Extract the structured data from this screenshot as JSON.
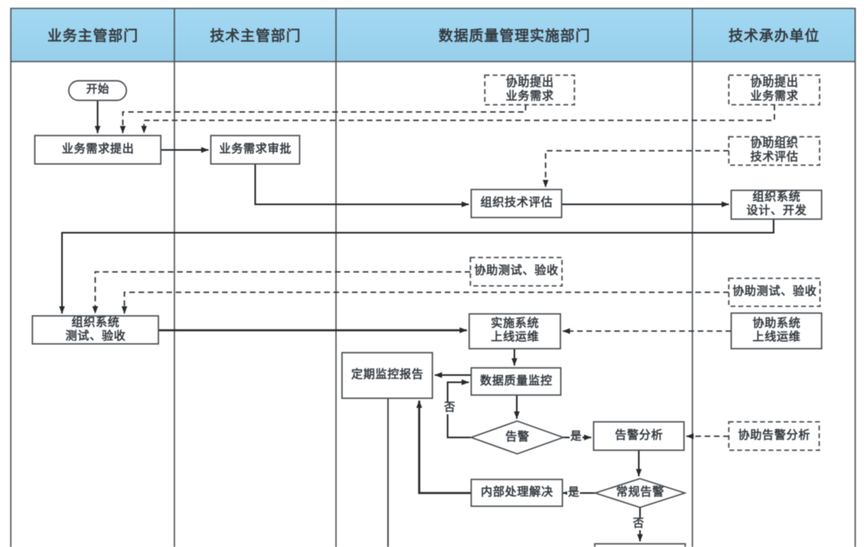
{
  "diagram_type": "swimlane-flowchart",
  "colors": {
    "header_fill_top": "#a3d8f2",
    "header_fill_bottom": "#97cfeb",
    "border": "#4a4f54",
    "connector": "#26282b",
    "dashed_line": "#33373b",
    "text": "#353b41",
    "node_fill": "#ffffff"
  },
  "lanes": [
    {
      "label": "业务主管部门"
    },
    {
      "label": "技术主管部门"
    },
    {
      "label": "数据质量管理实施部门"
    },
    {
      "label": "技术承办单位"
    }
  ],
  "nodes": {
    "start": {
      "lines": [
        "开始"
      ],
      "shape": "stadium"
    },
    "propose_req": {
      "lines": [
        "业务需求提出"
      ],
      "shape": "rect"
    },
    "approve_req": {
      "lines": [
        "业务需求审批"
      ],
      "shape": "rect"
    },
    "assist_propose_impl": {
      "lines": [
        "协助提出",
        "业务需求"
      ],
      "shape": "dashed-rect"
    },
    "assist_propose_vendor": {
      "lines": [
        "协助提出",
        "业务需求"
      ],
      "shape": "dashed-rect"
    },
    "assist_tech_eval": {
      "lines": [
        "协助组织",
        "技术评估"
      ],
      "shape": "dashed-rect"
    },
    "org_tech_eval": {
      "lines": [
        "组织技术评估"
      ],
      "shape": "rect"
    },
    "org_sys_design": {
      "lines": [
        "组织系统",
        "设计、开发"
      ],
      "shape": "rect"
    },
    "assist_test_impl": {
      "lines": [
        "协助测试、验收"
      ],
      "shape": "dashed-rect"
    },
    "assist_test_vendor": {
      "lines": [
        "协助测试、验收"
      ],
      "shape": "dashed-rect"
    },
    "org_sys_test": {
      "lines": [
        "组织系统",
        "测试、验收"
      ],
      "shape": "rect"
    },
    "impl_sys_ops": {
      "lines": [
        "实施系统",
        "上线运维"
      ],
      "shape": "rect"
    },
    "assist_sys_ops": {
      "lines": [
        "协助系统",
        "上线运维"
      ],
      "shape": "rect"
    },
    "monitor_report": {
      "lines": [
        "定期监控报告"
      ],
      "shape": "rect"
    },
    "dq_monitor": {
      "lines": [
        "数据质量监控"
      ],
      "shape": "rect"
    },
    "alarm": {
      "lines": [
        "告警"
      ],
      "shape": "diamond"
    },
    "alarm_analysis": {
      "lines": [
        "告警分析"
      ],
      "shape": "rect"
    },
    "assist_alarm_analysis": {
      "lines": [
        "协助告警分析"
      ],
      "shape": "dashed-rect"
    },
    "internal_resolve": {
      "lines": [
        "内部处理解决"
      ],
      "shape": "rect"
    },
    "regular_alarm": {
      "lines": [
        "常规告警"
      ],
      "shape": "diamond"
    }
  },
  "edge_labels": {
    "monitor_loop_no": "否",
    "alarm_yes": "是",
    "regular_alarm_yes": "是",
    "regular_alarm_no": "否"
  }
}
